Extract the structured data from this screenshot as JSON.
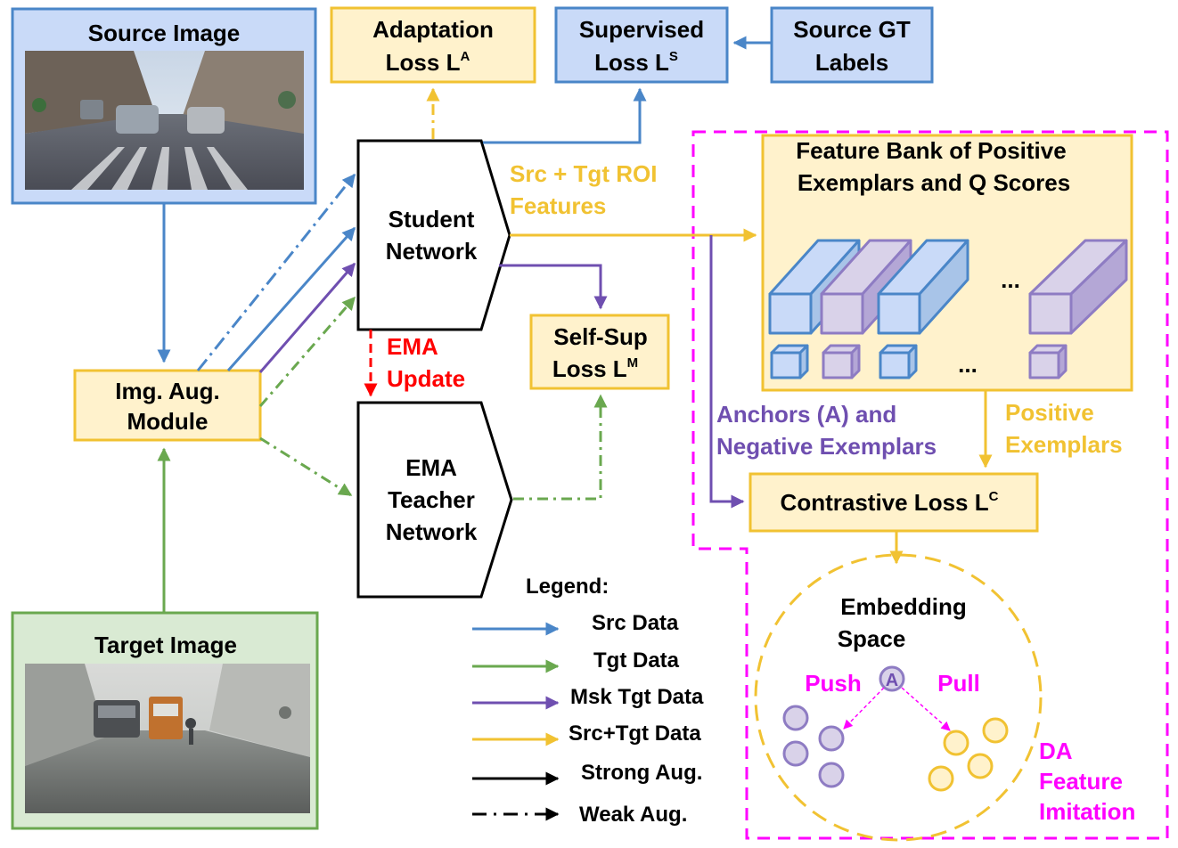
{
  "colors": {
    "blue": "#4a86c8",
    "green": "#6aa84f",
    "purple": "#6f4fb0",
    "yellow": "#f1c232",
    "magenta": "#ff00ff",
    "red": "#ff0000",
    "black": "#000000"
  },
  "icons": {
    "source_image": "street-scene-photo",
    "target_image": "foggy-street-scene-photo"
  },
  "boxes": {
    "source_image": "Source Image",
    "target_image": "Target Image",
    "img_aug": [
      "Img. Aug.",
      "Module"
    ],
    "adaptation": {
      "line1": "Adaptation",
      "line2_main": "Loss L",
      "line2_sup": "A"
    },
    "supervised": {
      "line1": "Supervised",
      "line2_main": "Loss L",
      "line2_sup": "S"
    },
    "source_gt": [
      "Source GT",
      "Labels"
    ],
    "student": [
      "Student",
      "Network"
    ],
    "teacher": [
      "EMA",
      "Teacher",
      "Network"
    ],
    "selfsup": {
      "line1": "Self-Sup",
      "line2_main": "Loss L",
      "line2_sup": "M"
    },
    "feature_bank": [
      "Feature Bank of Positive",
      "Exemplars and Q Scores"
    ],
    "bank_ellipsis_top": "...",
    "bank_ellipsis_bottom": "...",
    "contrastive": {
      "main": "Contrastive Loss L",
      "sup": "C"
    }
  },
  "labels": {
    "src_tgt_roi": [
      "Src + Tgt ROI",
      "Features"
    ],
    "ema_update": [
      "EMA",
      "Update"
    ],
    "anchors": [
      "Anchors (A) and",
      "Negative Exemplars"
    ],
    "positive": [
      "Positive",
      "Exemplars"
    ],
    "embedding": [
      "Embedding",
      "Space"
    ],
    "push": "Push",
    "pull": "Pull",
    "anchor_symbol": "A",
    "da": [
      "DA",
      "Feature",
      "Imitation"
    ]
  },
  "legend": {
    "title": "Legend:",
    "items": [
      "Src Data",
      "Tgt Data",
      "Msk Tgt Data",
      "Src+Tgt Data",
      "Strong Aug.",
      "Weak Aug."
    ]
  }
}
